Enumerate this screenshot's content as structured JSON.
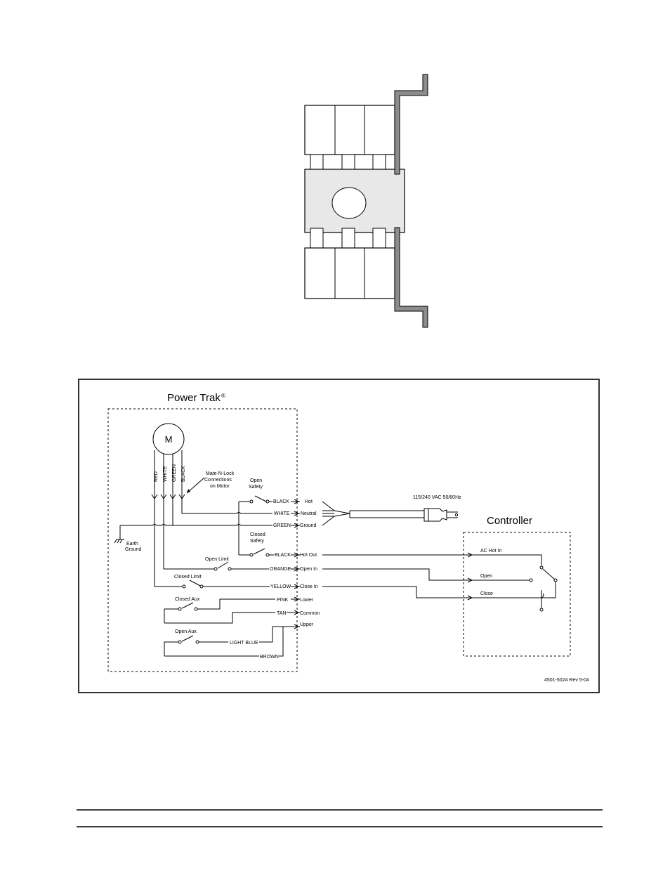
{
  "title": {
    "name": "Power Trak",
    "mark": "®"
  },
  "motor": {
    "symbol": "M"
  },
  "motor_leads": [
    "RED",
    "WHITE",
    "GREEN",
    "BLACK"
  ],
  "notes": {
    "mate_n_lock": [
      "Mate-N-Lock",
      "Connections",
      "on Motor"
    ]
  },
  "switches": {
    "open_safety": [
      "Open",
      "Safety"
    ],
    "closed_safety": [
      "Closed",
      "Safety"
    ],
    "open_limit": "Open Limit",
    "closed_limit": "Closed Limit",
    "closed_aux": "Closed Aux",
    "open_aux": "Open Aux"
  },
  "wires": {
    "black1": "BLACK",
    "white": "WHITE",
    "green": "GREEN",
    "black2": "BLACK",
    "orange": "ORANGE",
    "yellow": "YELLOW",
    "pink": "PINK",
    "tan": "TAN",
    "light_blue": "LIGHT BLUE",
    "brown": "BROWN"
  },
  "terminals": {
    "hot": "Hot",
    "neutral": "Neutral",
    "ground": "Ground",
    "hot_out": "Hot Out",
    "open_in": "Open In",
    "close_in": "Close In",
    "lower": "Lower",
    "common": "Common",
    "upper": "Upper"
  },
  "earth": [
    "Earth",
    "Ground"
  ],
  "power": {
    "label": "115/240 VAC  50/60Hz"
  },
  "controller": {
    "title": "Controller",
    "inputs": [
      "AC Hot In",
      "Open",
      "Close"
    ]
  },
  "doc_number": "4501-5024 Rev 5-04"
}
